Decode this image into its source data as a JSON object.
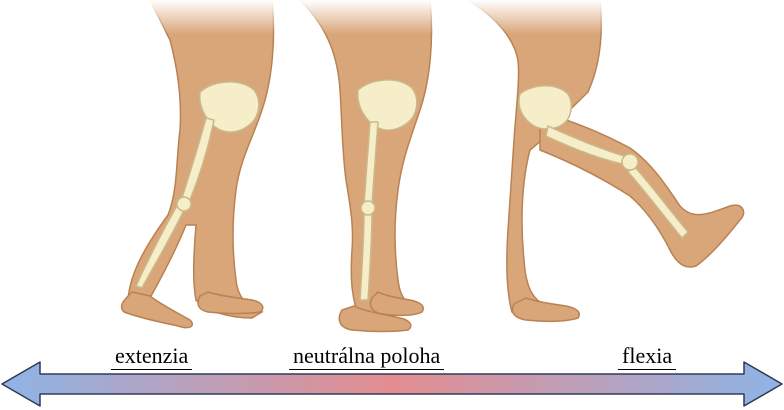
{
  "labels": {
    "extension": "extenzia",
    "neutral": "neutrálna poloha",
    "flexion": "flexia"
  },
  "colors": {
    "skin": "#d9a67a",
    "skin_shadow": "#b98253",
    "bone": "#f6edc9",
    "bone_outline": "#c9b98a",
    "arrow_end": "#8fb4e6",
    "arrow_middle": "#e58c90",
    "arrow_outline": "#2f3b58"
  },
  "figures": [
    {
      "name": "extension-leg",
      "position": "extenzia"
    },
    {
      "name": "neutral-leg",
      "position": "neutrálna poloha"
    },
    {
      "name": "flexion-leg",
      "position": "flexia"
    }
  ]
}
